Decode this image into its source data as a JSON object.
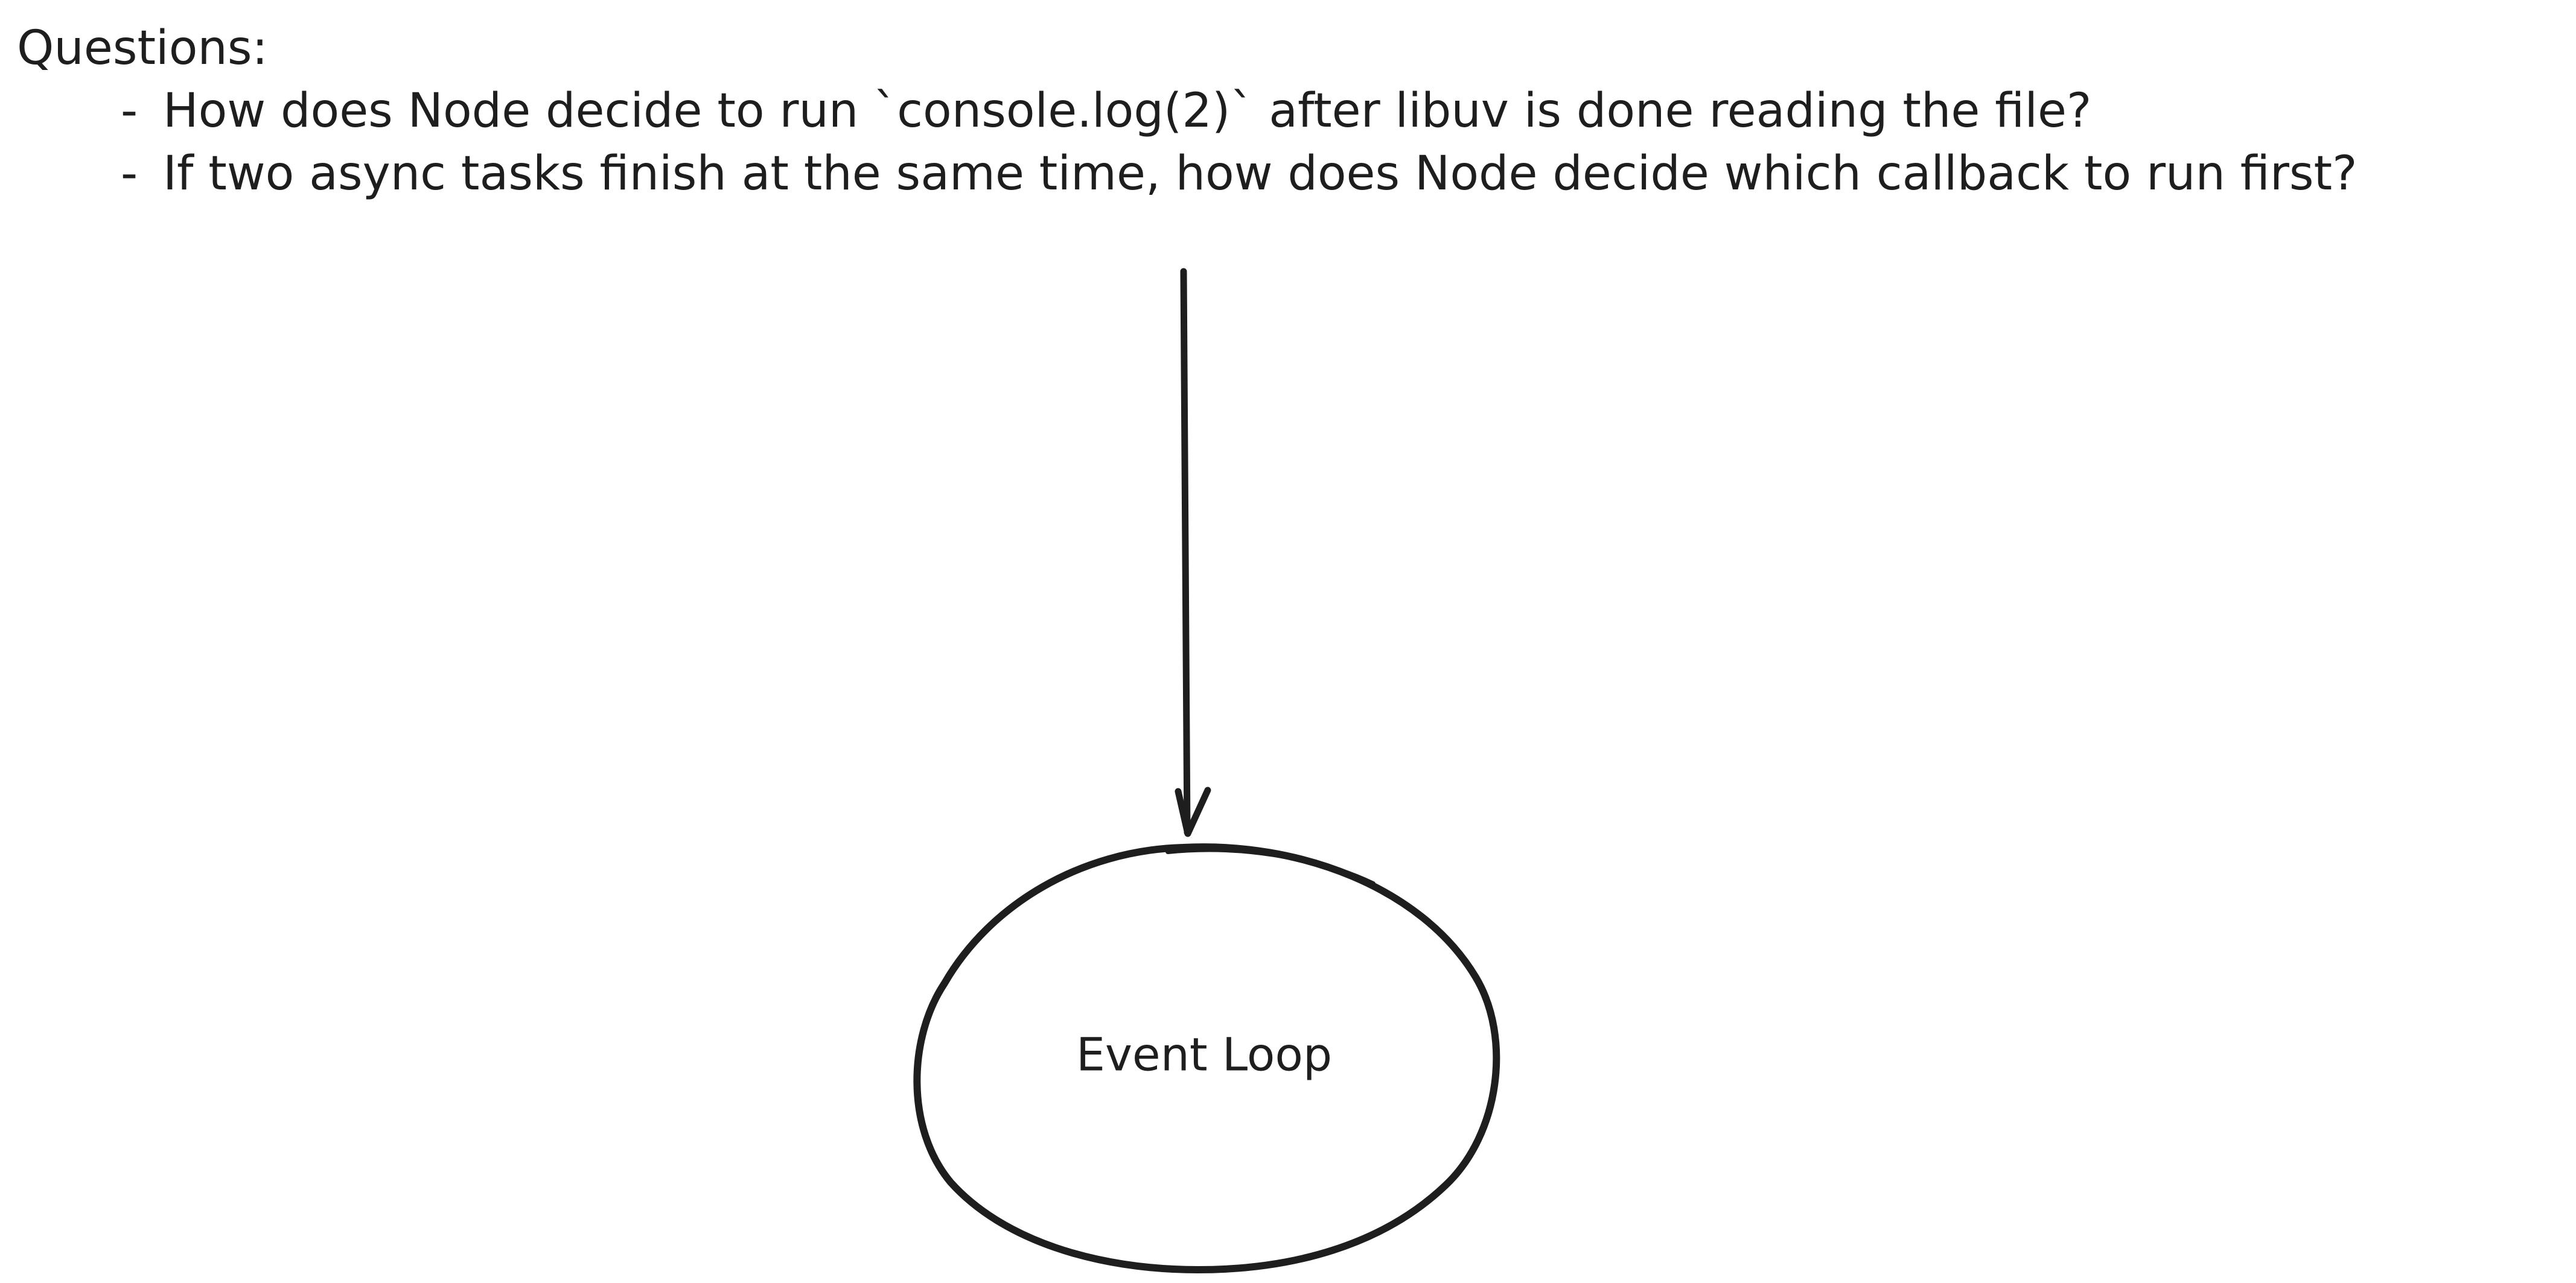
{
  "questions": {
    "heading": "Questions:",
    "items": [
      "How does Node decide to run `console.log(2)` after libuv is done reading the file?",
      "If two async tasks finish at the same time, how does Node decide which callback to run first?"
    ],
    "bullet": "-"
  },
  "diagram": {
    "node_label": "Event Loop",
    "stroke_color": "#1e1e1e",
    "background_color": "#ffffff"
  }
}
